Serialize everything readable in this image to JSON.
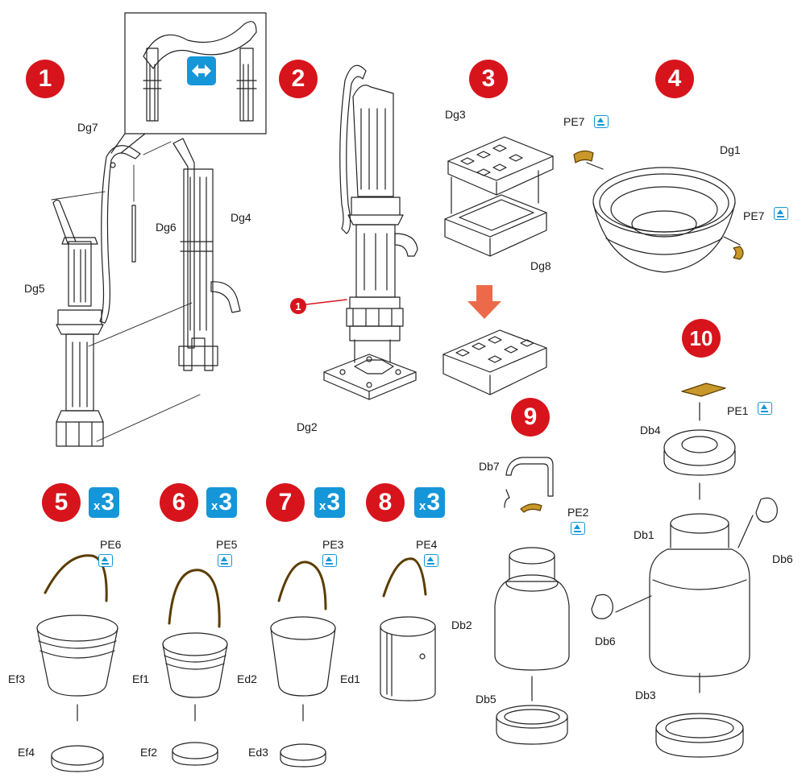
{
  "steps": {
    "s1": "1",
    "s2": "2",
    "s3": "3",
    "s4": "4",
    "s5": "5",
    "s6": "6",
    "s7": "7",
    "s8": "8",
    "s9": "9",
    "s10": "10",
    "callout": "1"
  },
  "multiplier": {
    "x": "x",
    "count": "3"
  },
  "labels": {
    "dg7": "Dg7",
    "dg6": "Dg6",
    "dg4": "Dg4",
    "dg5": "Dg5",
    "dg2": "Dg2",
    "dg3": "Dg3",
    "dg8": "Dg8",
    "dg1": "Dg1",
    "pe7a": "PE7",
    "pe7b": "PE7",
    "pe1": "PE1",
    "db4": "Db4",
    "db1": "Db1",
    "db6a": "Db6",
    "db6b": "Db6",
    "db3": "Db3",
    "db7": "Db7",
    "pe2": "PE2",
    "db2": "Db2",
    "db5": "Db5",
    "pe6": "PE6",
    "ef3": "Ef3",
    "ef4": "Ef4",
    "pe5": "PE5",
    "ef1": "Ef1",
    "ef2": "Ef2",
    "pe3": "PE3",
    "ed2": "Ed2",
    "ed3": "Ed3",
    "pe4": "PE4",
    "ed1": "Ed1"
  },
  "icons": {
    "pe": "photo-etch-part-icon",
    "swap": "swap-direction-icon",
    "arrow": "next-stage-arrow-icon"
  },
  "colors": {
    "step_red": "#d7141c",
    "icon_blue": "#1596d8",
    "brass": "#c9982a",
    "arrow_orange": "#ec6a4a"
  }
}
